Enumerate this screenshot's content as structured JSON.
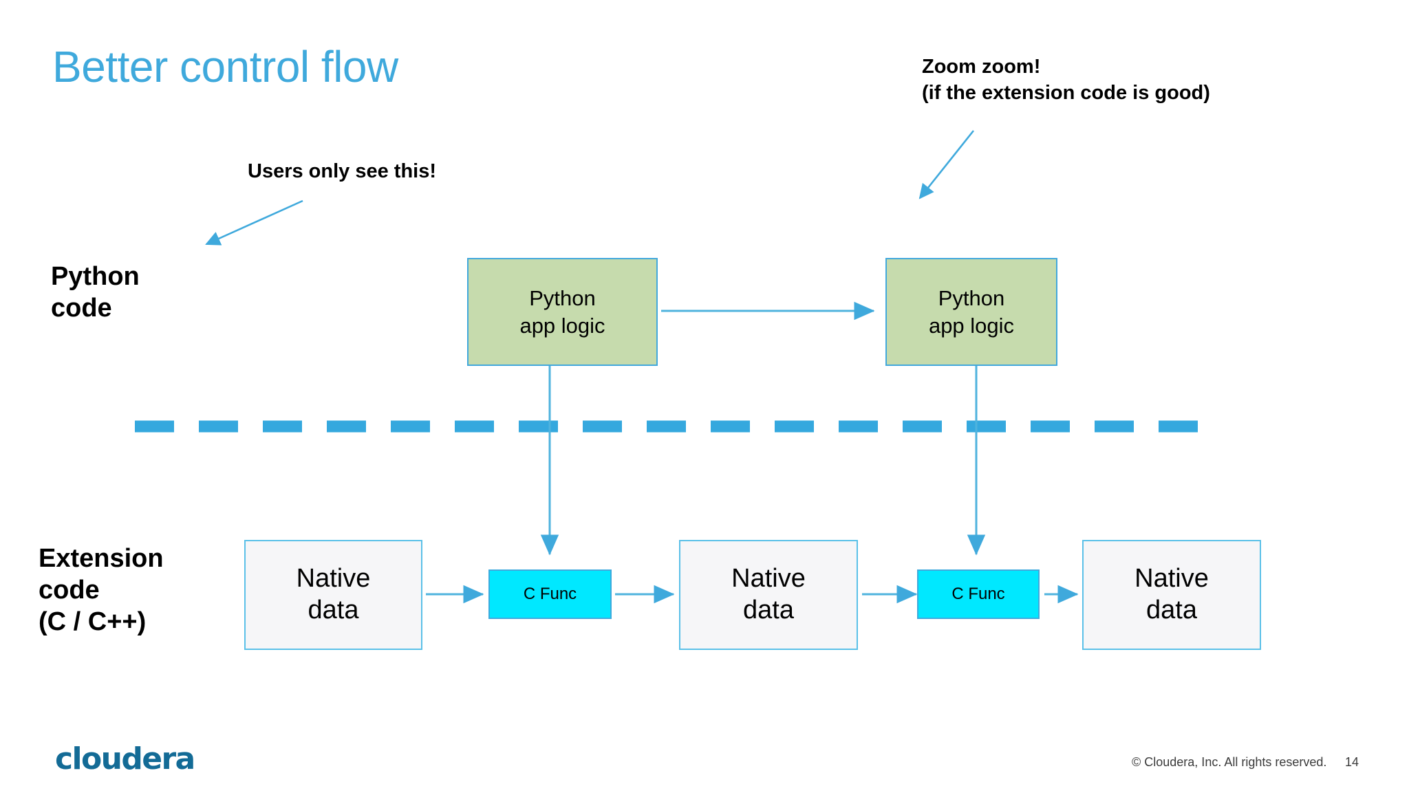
{
  "slide": {
    "title": "Better control flow",
    "title_color": "#3FA9DC",
    "background": "#FFFFFF"
  },
  "annotations": [
    {
      "id": "users-only-see-this",
      "text": "Users only see this!",
      "arrow": "points down-left toward Python code label"
    },
    {
      "id": "zoom-zoom",
      "text": "Zoom zoom!\n(if the extension code is good)",
      "arrow": "points down-left toward second Python app logic box"
    }
  ],
  "row_labels": {
    "python": "Python\ncode",
    "extension": "Extension\ncode\n(C / C++)"
  },
  "diagram": {
    "divider": {
      "style": "dashed",
      "color": "#35A8DE"
    },
    "python_nodes": [
      {
        "id": "python-app-logic-1",
        "label": "Python\napp logic",
        "fill": "#C6DBAD",
        "stroke": "#41A8DC"
      },
      {
        "id": "python-app-logic-2",
        "label": "Python\napp logic",
        "fill": "#C6DBAD",
        "stroke": "#41A8DC"
      }
    ],
    "native_nodes": [
      {
        "id": "native-data-1",
        "label": "Native\ndata",
        "fill": "#F6F6F8",
        "stroke": "#5AC0E8"
      },
      {
        "id": "native-data-2",
        "label": "Native\ndata",
        "fill": "#F6F6F8",
        "stroke": "#5AC0E8"
      },
      {
        "id": "native-data-3",
        "label": "Native\ndata",
        "fill": "#F6F6F8",
        "stroke": "#5AC0E8"
      }
    ],
    "cfunc_nodes": [
      {
        "id": "c-func-1",
        "label": "C Func",
        "fill": "#00E8FF",
        "stroke": "#3FA9DC"
      },
      {
        "id": "c-func-2",
        "label": "C Func",
        "fill": "#00E8FF",
        "stroke": "#3FA9DC"
      }
    ],
    "arrow_color": "#3FA9DC"
  },
  "footer": {
    "logo": "cloudera",
    "logo_color": "#136B96",
    "copyright": "© Cloudera, Inc. All rights reserved.",
    "page_number": "14"
  }
}
